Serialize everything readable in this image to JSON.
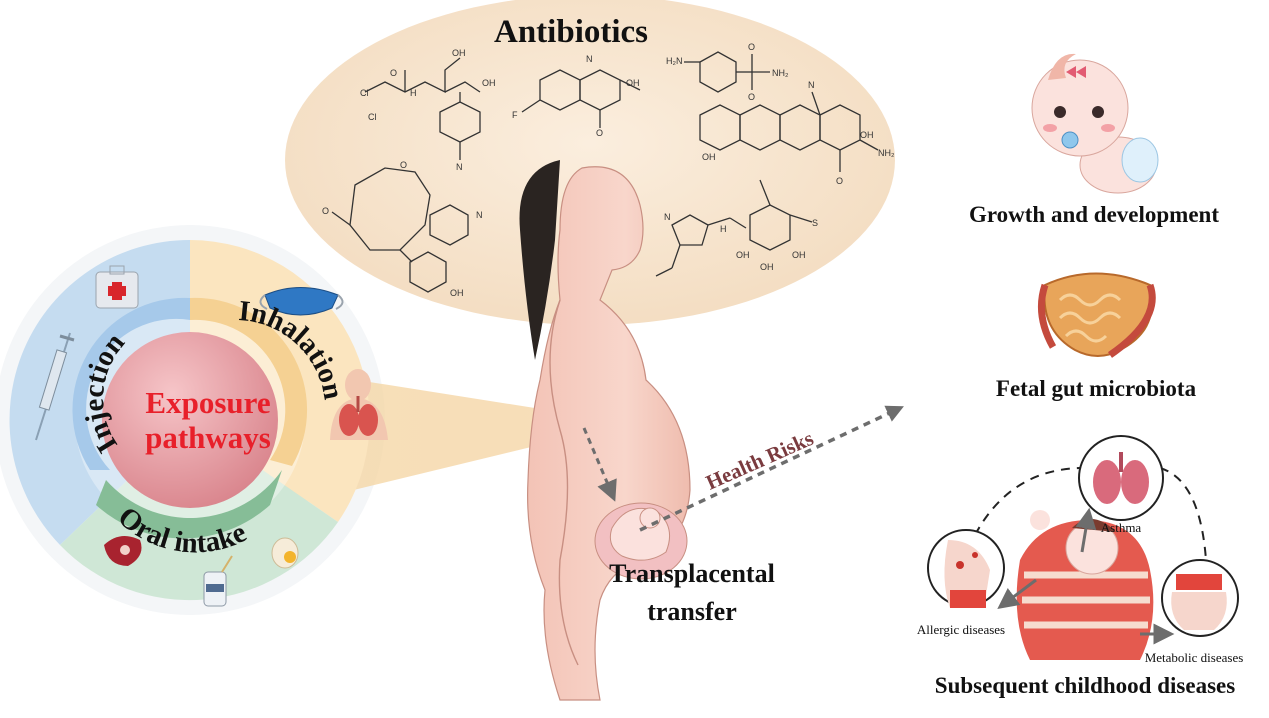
{
  "title": "Antibiotics",
  "exposure": {
    "center_label_line1": "Exposure",
    "center_label_line2": "pathways",
    "pathways": [
      "Injection",
      "Inhalation",
      "Oral intake"
    ]
  },
  "transfer": {
    "line1": "Transplacental",
    "line2": "transfer"
  },
  "health_risks": "Health Risks",
  "outcomes": {
    "growth": "Growth and development",
    "microbiota": "Fetal gut microbiota",
    "childhood": "Subsequent childhood diseases"
  },
  "diseases": {
    "asthma": "Asthma",
    "allergic": "Allergic diseases",
    "metabolic": "Metabolic diseases"
  },
  "molecule_labels": {
    "oh": "OH",
    "nh": "H",
    "nh2": "NH₂",
    "o": "O",
    "f": "F",
    "n": "N",
    "s": "S",
    "cl": "Cl",
    "h2n": "H₂N"
  },
  "colors": {
    "exposure_text": "#e8202a",
    "health_risks_text": "#7a3b3f",
    "injection_band": "#bcd6ee",
    "inhalation_band": "#f8ddb0",
    "oral_band": "#b9dcc5",
    "hub": "#e79aa0",
    "skin": "#f6cfc4",
    "hair": "#2a2421",
    "bubble": "#f7e4cc"
  }
}
